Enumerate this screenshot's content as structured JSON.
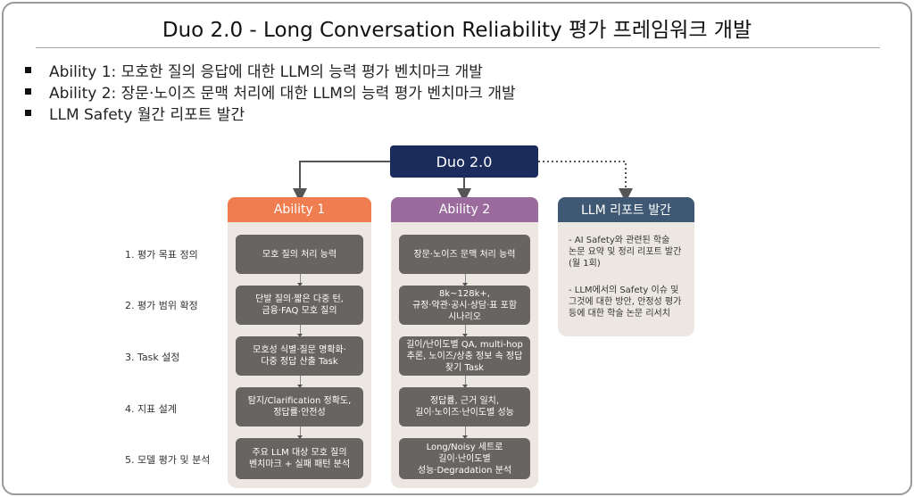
{
  "title": "Duo 2.0 - Long Conversation Reliability 평가 프레임워크 개발",
  "bullets": [
    "Ability 1: 모호한 질의 응답에 대한 LLM의 능력 평가 벤치마크 개발",
    "Ability 2: 장문·노이즈 문맥 처리에 대한 LLM의 능력 평가 벤치마크 개발",
    "LLM Safety 월간 리포트 발간"
  ],
  "root": "Duo 2.0",
  "rows": [
    "1. 평가 목표 정의",
    "2. 평가 범위 확정",
    "3. Task 설정",
    "4. 지표 설계",
    "5. 모델 평가 및 분석"
  ],
  "ability1": {
    "title": "Ability 1",
    "color": "#ef7d4f",
    "steps": [
      "모호 질의 처리 능력",
      "단발 질의·짧은 다중 턴,\n금융·FAQ 모호 질의",
      "모호성 식별·질문 명확화·\n다중 정답 산출 Task",
      "탐지/Clarification 정확도,\n정답률·안전성",
      "주요 LLM 대상 모호 질의\n벤치마크 + 실패 패턴 분석"
    ]
  },
  "ability2": {
    "title": "Ability 2",
    "color": "#9b6b9e",
    "steps": [
      "장문·노이즈 문맥 처리 능력",
      "8k~128k+,\n규정·약관·공시·상담·표 포함\n시나리오",
      "길이/난이도별 QA, multi-hop\n추론, 노이즈/상충 정보 속 정답\n찾기 Task",
      "정답률, 근거 일치,\n길이·노이즈·난이도별 성능",
      "Long/Noisy 세트로\n길이·난이도별\n성능·Degradation 분석"
    ]
  },
  "report": {
    "title": "LLM 리포트 발간",
    "color": "#3f5873",
    "items": [
      "- AI Safety와 관련된 학술\n논문 요약 및 정리 리포트 발간\n(월 1회)",
      "- LLM에서의 Safety 이슈 및\n그것에 대한 방안, 안정성 평가\n등에 대한 학술 논문 리서치"
    ]
  }
}
